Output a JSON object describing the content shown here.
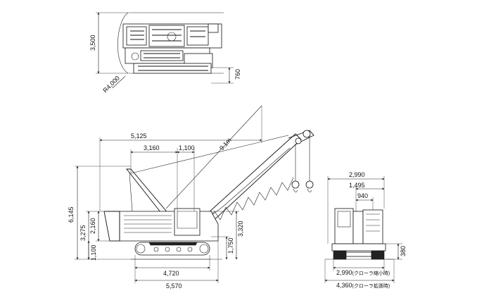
{
  "top_view": {
    "width": "3,500",
    "radius": "R4,000",
    "counterweight": "760"
  },
  "side_view": {
    "boom_length": "9.1m",
    "radius_max": "5,125",
    "radius_mid": "3,160",
    "offset": "1,100",
    "overall_height": "6,145",
    "mast_height": "3,275",
    "cab_height": "2,160",
    "ground_clearance": "1,100",
    "track_height": "1,750",
    "body_height": "3,320",
    "crawler_length": "4,720",
    "overall_length": "5,570"
  },
  "front_view": {
    "overall_width_top": "2,990",
    "cab_width": "1,495",
    "cab_offset": "940",
    "ground_height": "380",
    "track_width_retracted": "2,990",
    "track_width_retracted_note": "(クローラ縮小時)",
    "track_width_extended": "4,360",
    "track_width_extended_note": "(クローラ拡張時)"
  }
}
